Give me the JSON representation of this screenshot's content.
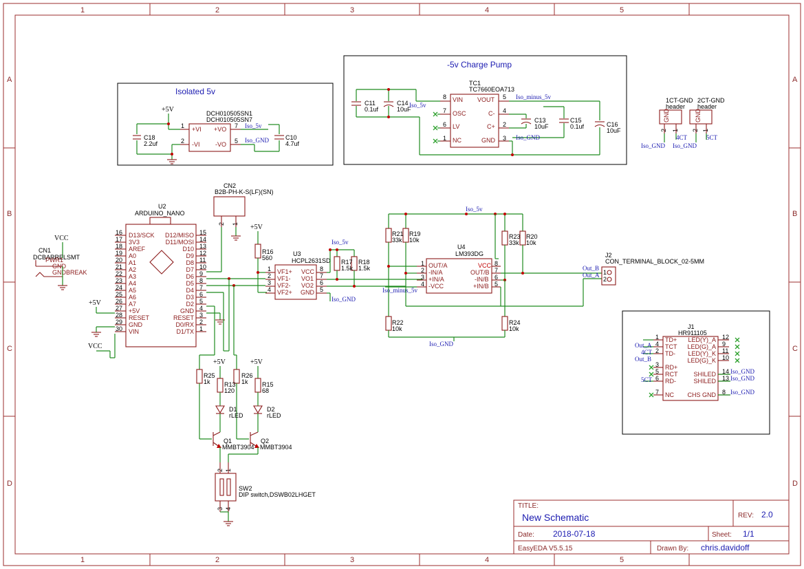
{
  "grid": {
    "columns": [
      "1",
      "2",
      "3",
      "4",
      "5"
    ],
    "rows": [
      "A",
      "B",
      "C",
      "D"
    ]
  },
  "blocks": {
    "isolated": "Isolated 5v",
    "charge_pump": "-5v Charge Pump"
  },
  "power": {
    "p5v": "+5V",
    "vcc": "VCC"
  },
  "nets": {
    "iso5v": "Iso_5v",
    "isognd": "Iso_GND",
    "isominus": "Iso_minus_5v",
    "outa": "Out_A",
    "outb": "Out_B",
    "ct4": "4CT",
    "ct5": "5CT"
  },
  "parts": {
    "sn1": {
      "ref": "DCH010505SN1",
      "val": "DCH010505SN7",
      "pins": [
        "+VI",
        "-VI",
        "+VO",
        "-VO"
      ],
      "nums": [
        "1",
        "2",
        "7",
        "5"
      ]
    },
    "c18": {
      "ref": "C18",
      "val": "2.2uf"
    },
    "c10": {
      "ref": "C10",
      "val": "4.7uf"
    },
    "tc1": {
      "ref": "TC1",
      "val": "TC7660EOA713",
      "pins": [
        "VIN",
        "OSC",
        "LV",
        "NC",
        "VOUT",
        "C-",
        "C+",
        "GND"
      ],
      "nums": [
        "8",
        "7",
        "6",
        "1",
        "5",
        "4",
        "2",
        "3"
      ]
    },
    "c11": {
      "ref": "C11",
      "val": "0.1uf"
    },
    "c14": {
      "ref": "C14",
      "val": "10uF"
    },
    "c13": {
      "ref": "C13",
      "val": "10uF"
    },
    "c15": {
      "ref": "C15",
      "val": "0.1uf"
    },
    "c16": {
      "ref": "C16",
      "val": "10uF"
    },
    "h1": {
      "ref": "1CT-GND",
      "val": "header",
      "pin": "GND",
      "nums": [
        "2",
        "1"
      ]
    },
    "h2": {
      "ref": "2CT-GND",
      "val": "header",
      "pin": "GND",
      "nums": [
        "2",
        "1"
      ]
    },
    "cn2": {
      "ref": "CN2",
      "val": "B2B-PH-K-S(LF)(SN)",
      "nums": [
        "2",
        "1"
      ]
    },
    "u2": {
      "ref": "U2",
      "val": "ARDUINO_NANO",
      "left": [
        [
          "16",
          "D13/SCK"
        ],
        [
          "17",
          "3V3"
        ],
        [
          "18",
          "AREF"
        ],
        [
          "19",
          "A0"
        ],
        [
          "20",
          "A1"
        ],
        [
          "21",
          "A2"
        ],
        [
          "22",
          "A3"
        ],
        [
          "23",
          "A4"
        ],
        [
          "24",
          "A5"
        ],
        [
          "25",
          "A6"
        ],
        [
          "26",
          "A7"
        ],
        [
          "27",
          "+5V"
        ],
        [
          "28",
          "RESET"
        ],
        [
          "29",
          "GND"
        ],
        [
          "30",
          "VIN"
        ]
      ],
      "right": [
        [
          "15",
          "D12/MISO"
        ],
        [
          "14",
          "D11/MOSI"
        ],
        [
          "13",
          "D10"
        ],
        [
          "12",
          "D9"
        ],
        [
          "11",
          "D8"
        ],
        [
          "10",
          "D7"
        ],
        [
          "9",
          "D6"
        ],
        [
          "8",
          "D5"
        ],
        [
          "7",
          "D4"
        ],
        [
          "6",
          "D3"
        ],
        [
          "5",
          "D2"
        ],
        [
          "4",
          "GND"
        ],
        [
          "3",
          "RESET"
        ],
        [
          "2",
          "D0/RX"
        ],
        [
          "1",
          "D1/TX"
        ]
      ]
    },
    "cn1": {
      "ref": "CN1",
      "val": "DCBARRELSMT",
      "pins": [
        "PWR1",
        "GND",
        "GNDBREAK"
      ]
    },
    "r16": {
      "ref": "R16",
      "val": "560"
    },
    "u3": {
      "ref": "U3",
      "val": "HCPL2631SD",
      "pins": [
        "VF1+",
        "VF1-",
        "VF2-",
        "VF2+",
        "VCC",
        "VO1",
        "VO2",
        "GND"
      ],
      "nums": [
        "1",
        "2",
        "3",
        "4",
        "8",
        "7",
        "6",
        "5"
      ]
    },
    "r17": {
      "ref": "R17",
      "val": "1.5k"
    },
    "r18": {
      "ref": "R18",
      "val": "1.5k"
    },
    "r21": {
      "ref": "R21",
      "val": "33k"
    },
    "r19": {
      "ref": "R19",
      "val": "10k"
    },
    "r23": {
      "ref": "R23",
      "val": "33k"
    },
    "r20": {
      "ref": "R20",
      "val": "10k"
    },
    "r22": {
      "ref": "R22",
      "val": "10k"
    },
    "r24": {
      "ref": "R24",
      "val": "10k"
    },
    "u4": {
      "ref": "U4",
      "val": "LM393DG",
      "pins": [
        "OUT/A",
        "-IN/A",
        "+IN/A",
        "-VCC",
        "VCC",
        "OUT/B",
        "-IN/B",
        "+IN/B"
      ],
      "nums": [
        "1",
        "2",
        "3",
        "4",
        "8",
        "7",
        "6",
        "5"
      ]
    },
    "j2": {
      "ref": "J2",
      "val": "CON_TERMINAL_BLOCK_02-5MM",
      "nums": [
        "1",
        "2"
      ]
    },
    "r25": {
      "ref": "R25",
      "val": "1k"
    },
    "r13": {
      "ref": "R13",
      "val": "120"
    },
    "r26": {
      "ref": "R26",
      "val": "1k"
    },
    "r15": {
      "ref": "R15",
      "val": "68"
    },
    "d1": {
      "ref": "D1",
      "val": "rLED"
    },
    "d2": {
      "ref": "D2",
      "val": "rLED"
    },
    "q1": {
      "ref": "Q1",
      "val": "MMBT3904"
    },
    "q2": {
      "ref": "Q2",
      "val": "MMBT3904"
    },
    "sw2": {
      "ref": "SW2",
      "val": "DIP switch,DSWB02LHGET",
      "nums": [
        "2",
        "1",
        "3",
        "4"
      ]
    },
    "j1": {
      "ref": "J1",
      "val": "HR911105",
      "left": [
        [
          "1",
          "TD+"
        ],
        [
          "4",
          "TCT"
        ],
        [
          "2",
          "TD-"
        ],
        [
          "3",
          "RD+"
        ],
        [
          "5",
          "RCT"
        ],
        [
          "6",
          "RD-"
        ],
        [
          "7",
          "NC"
        ]
      ],
      "right": [
        [
          "12",
          "LED(Y)_A"
        ],
        [
          "9",
          "LED(G)_A"
        ],
        [
          "11",
          "LED(Y)_K"
        ],
        [
          "10",
          "LED(G)_K"
        ],
        [
          "14",
          "SHILED"
        ],
        [
          "13",
          "SHILED"
        ],
        [
          "8",
          "CHS GND"
        ]
      ]
    }
  },
  "title_block": {
    "title_label": "TITLE:",
    "title": "New Schematic",
    "rev_label": "REV:",
    "rev": "2.0",
    "date_label": "Date:",
    "date": "2018-07-18",
    "sheet_label": "Sheet:",
    "sheet": "1/1",
    "tool": "EasyEDA V5.5.15",
    "drawn_label": "Drawn By:",
    "drawn": "chris.davidoff"
  },
  "colors": {
    "frame": "#9b2d2d",
    "wire": "#1e8a1e",
    "part": "#8b1a1a",
    "net": "#1a1ab0",
    "junction": "#c00000"
  }
}
